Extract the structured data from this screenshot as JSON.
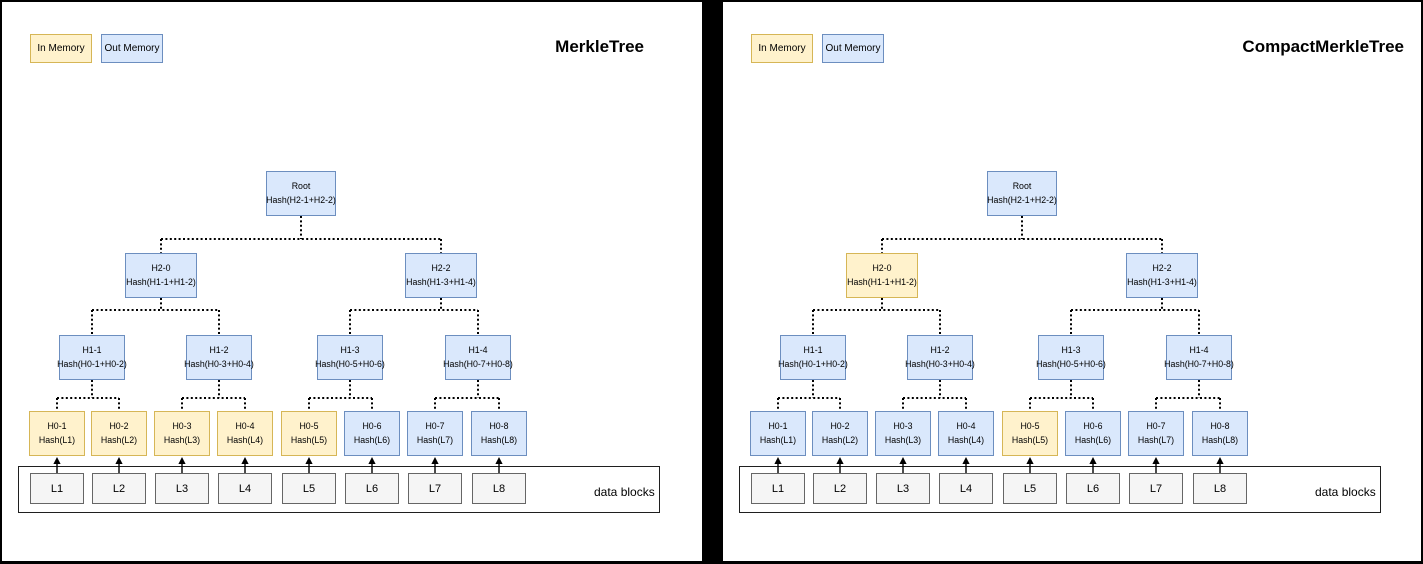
{
  "colors": {
    "in_memory_fill": "#FFF2CC",
    "in_memory_border": "#D6B656",
    "out_memory_fill": "#DAE8FC",
    "out_memory_border": "#6C8EBF",
    "block_fill": "#F5F5F5",
    "block_border": "#666666",
    "connector": "#000000"
  },
  "panels": [
    {
      "title": "MerkleTree",
      "legend": [
        {
          "label": "In Memory"
        },
        {
          "label": "Out Memory"
        }
      ],
      "tree_levels": [
        [
          {
            "name": "Root",
            "hash": "Hash(H2-1+H2-2)",
            "memory": "out"
          }
        ],
        [
          {
            "name": "H2-0",
            "hash": "Hash(H1-1+H1-2)",
            "memory": "out"
          },
          {
            "name": "H2-2",
            "hash": "Hash(H1-3+H1-4)",
            "memory": "out"
          }
        ],
        [
          {
            "name": "H1-1",
            "hash": "Hash(H0-1+H0-2)",
            "memory": "out"
          },
          {
            "name": "H1-2",
            "hash": "Hash(H0-3+H0-4)",
            "memory": "out"
          },
          {
            "name": "H1-3",
            "hash": "Hash(H0-5+H0-6)",
            "memory": "out"
          },
          {
            "name": "H1-4",
            "hash": "Hash(H0-7+H0-8)",
            "memory": "out"
          }
        ],
        [
          {
            "name": "H0-1",
            "hash": "Hash(L1)",
            "memory": "in"
          },
          {
            "name": "H0-2",
            "hash": "Hash(L2)",
            "memory": "in"
          },
          {
            "name": "H0-3",
            "hash": "Hash(L3)",
            "memory": "in"
          },
          {
            "name": "H0-4",
            "hash": "Hash(L4)",
            "memory": "in"
          },
          {
            "name": "H0-5",
            "hash": "Hash(L5)",
            "memory": "in"
          },
          {
            "name": "H0-6",
            "hash": "Hash(L6)",
            "memory": "out"
          },
          {
            "name": "H0-7",
            "hash": "Hash(L7)",
            "memory": "out"
          },
          {
            "name": "H0-8",
            "hash": "Hash(L8)",
            "memory": "out"
          }
        ]
      ],
      "data_blocks": [
        "L1",
        "L2",
        "L3",
        "L4",
        "L5",
        "L6",
        "L7",
        "L8"
      ],
      "data_blocks_label": "data blocks"
    },
    {
      "title": "CompactMerkleTree",
      "legend": [
        {
          "label": "In Memory"
        },
        {
          "label": "Out Memory"
        }
      ],
      "tree_levels": [
        [
          {
            "name": "Root",
            "hash": "Hash(H2-1+H2-2)",
            "memory": "out"
          }
        ],
        [
          {
            "name": "H2-0",
            "hash": "Hash(H1-1+H1-2)",
            "memory": "in"
          },
          {
            "name": "H2-2",
            "hash": "Hash(H1-3+H1-4)",
            "memory": "out"
          }
        ],
        [
          {
            "name": "H1-1",
            "hash": "Hash(H0-1+H0-2)",
            "memory": "out"
          },
          {
            "name": "H1-2",
            "hash": "Hash(H0-3+H0-4)",
            "memory": "out"
          },
          {
            "name": "H1-3",
            "hash": "Hash(H0-5+H0-6)",
            "memory": "out"
          },
          {
            "name": "H1-4",
            "hash": "Hash(H0-7+H0-8)",
            "memory": "out"
          }
        ],
        [
          {
            "name": "H0-1",
            "hash": "Hash(L1)",
            "memory": "out"
          },
          {
            "name": "H0-2",
            "hash": "Hash(L2)",
            "memory": "out"
          },
          {
            "name": "H0-3",
            "hash": "Hash(L3)",
            "memory": "out"
          },
          {
            "name": "H0-4",
            "hash": "Hash(L4)",
            "memory": "out"
          },
          {
            "name": "H0-5",
            "hash": "Hash(L5)",
            "memory": "in"
          },
          {
            "name": "H0-6",
            "hash": "Hash(L6)",
            "memory": "out"
          },
          {
            "name": "H0-7",
            "hash": "Hash(L7)",
            "memory": "out"
          },
          {
            "name": "H0-8",
            "hash": "Hash(L8)",
            "memory": "out"
          }
        ]
      ],
      "data_blocks": [
        "L1",
        "L2",
        "L3",
        "L4",
        "L5",
        "L6",
        "L7",
        "L8"
      ],
      "data_blocks_label": "data blocks"
    }
  ]
}
